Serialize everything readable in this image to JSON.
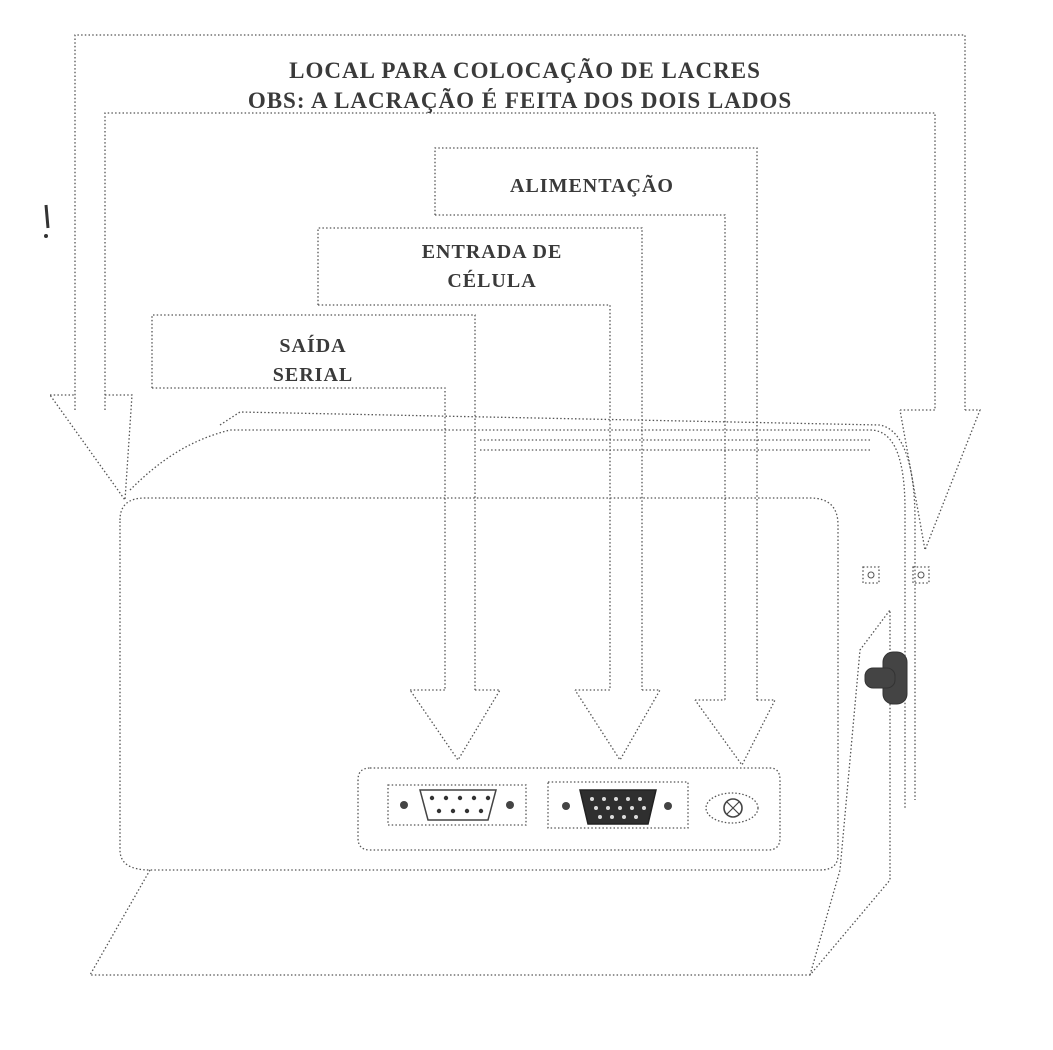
{
  "labels": {
    "seal_line1": "LOCAL PARA COLOCAÇÃO DE LACRES",
    "seal_line2": "OBS: A LACRAÇÃO É FEITA DOS DOIS LADOS",
    "power": "ALIMENTAÇÃO",
    "cell_line1": "ENTRADA DE",
    "cell_line2": "CÉLULA",
    "serial_line1": "SAÍDA",
    "serial_line2": "SERIAL"
  },
  "colors": {
    "line": "#555555",
    "text": "#3a3a3a",
    "background": "#ffffff"
  },
  "icons": {
    "serial_connector": "db9-connector-icon",
    "cell_connector": "db15-connector-icon",
    "power_connector": "power-jack-icon",
    "seal_screw": "screw-icon",
    "side_knob": "knob-icon"
  }
}
